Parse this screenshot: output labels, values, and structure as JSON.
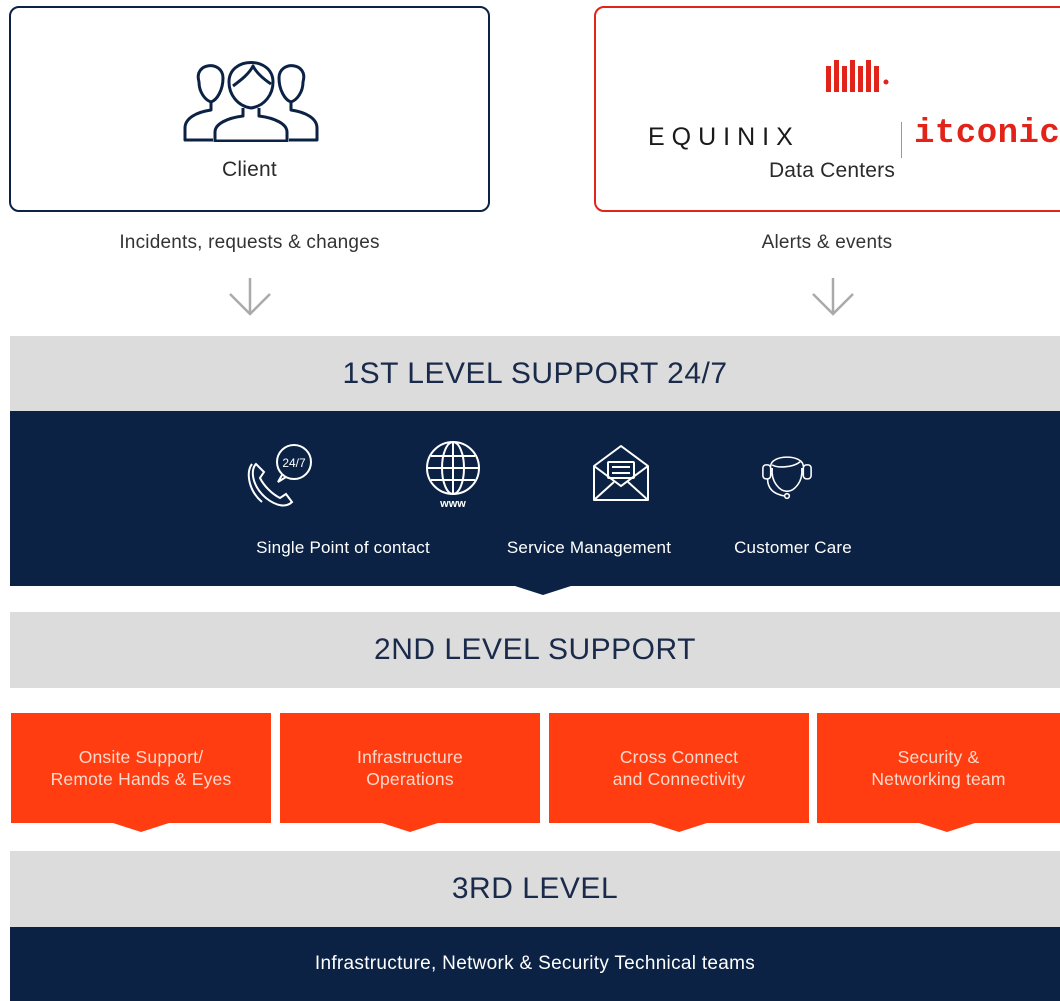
{
  "client": {
    "label": "Client",
    "icon": "people-group-icon"
  },
  "datacenters": {
    "label": "Data Centers",
    "brand_left": "EQUINIX",
    "brand_right": "itconic",
    "logo_icon": "equinix-logo-icon",
    "brand_color": "#e2231a"
  },
  "flows": {
    "left": "Incidents, requests & changes",
    "right": "Alerts & events"
  },
  "level1": {
    "title": "1ST LEVEL SUPPORT 24/7",
    "icons": [
      {
        "name": "phone-24-7-icon",
        "badge": "24/7"
      },
      {
        "name": "globe-www-icon",
        "badge": "www"
      },
      {
        "name": "envelope-icon"
      },
      {
        "name": "headset-agent-icon"
      }
    ],
    "services": [
      "Single Point of contact",
      "Service Management",
      "Customer Care"
    ]
  },
  "level2": {
    "title": "2ND LEVEL SUPPORT",
    "teams": [
      "Onsite Support/\nRemote Hands & Eyes",
      "Infrastructure\nOperations",
      "Cross Connect\nand Connectivity",
      "Security &\nNetworking team"
    ]
  },
  "level3": {
    "title": "3RD LEVEL",
    "body": "Infrastructure, Network & Security Technical teams"
  },
  "colors": {
    "navy": "#0b2244",
    "grey": "#dcdcdc",
    "orange": "#ff3d10",
    "red": "#e2231a"
  }
}
